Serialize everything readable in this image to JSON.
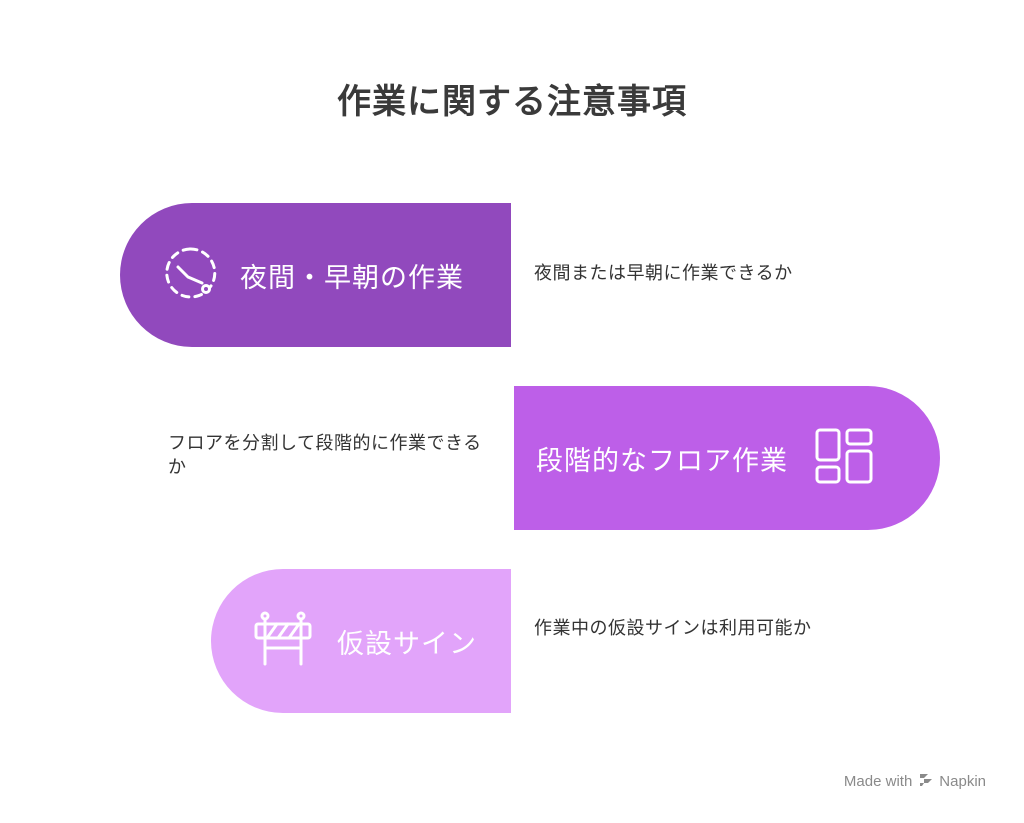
{
  "title": "作業に関する注意事項",
  "items": [
    {
      "label": "夜間・早朝の作業",
      "description": "夜間または早朝に作業できるか",
      "icon": "clock-dashed-icon",
      "color": "#9149bd"
    },
    {
      "label": "段階的なフロア作業",
      "description": "フロアを分割して段階的に作業できるか",
      "icon": "layout-grid-icon",
      "color": "#bd5fe8"
    },
    {
      "label": "仮設サイン",
      "description": "作業中の仮設サインは利用可能か",
      "icon": "road-barrier-icon",
      "color": "#e2a4fa"
    }
  ],
  "footer": {
    "made_with": "Made with",
    "brand": "Napkin"
  }
}
